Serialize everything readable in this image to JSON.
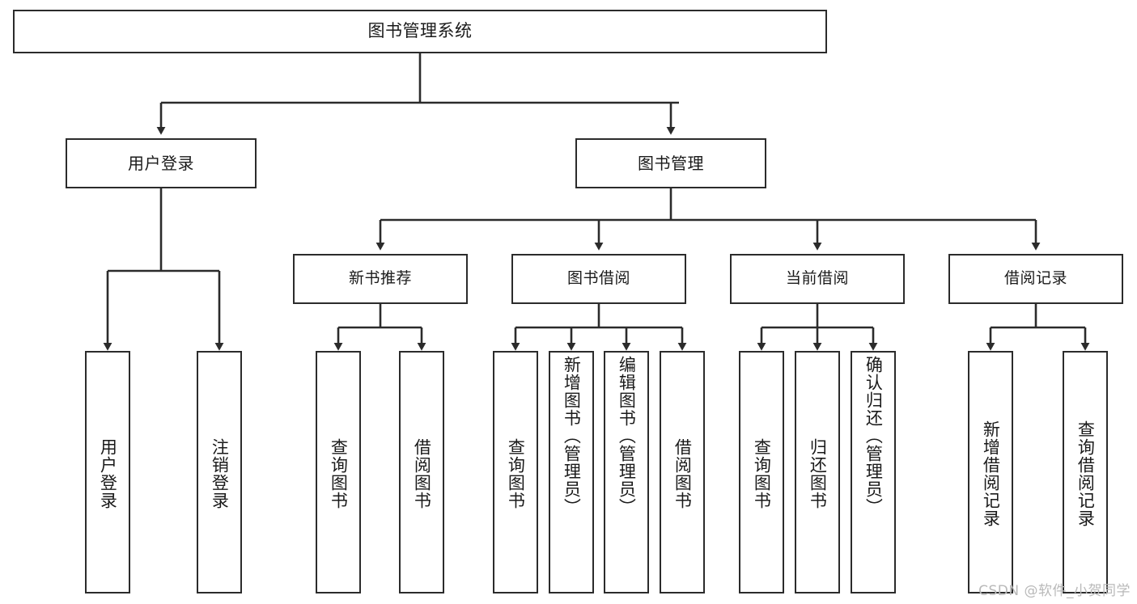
{
  "diagram": {
    "title": "图书管理系统",
    "type": "hierarchy-tree",
    "orientation": "top-down",
    "colors": {
      "box_border": "#2b2b2b",
      "box_fill": "#ffffff",
      "connector": "#2b2b2b",
      "text": "#1a1a1a",
      "watermark": "#b9b9b9",
      "background": "#ffffff"
    },
    "root": {
      "label": "图书管理系统"
    },
    "level2": [
      {
        "label": "用户登录"
      },
      {
        "label": "图书管理"
      }
    ],
    "level3": [
      {
        "label": "新书推荐"
      },
      {
        "label": "图书借阅"
      },
      {
        "label": "当前借阅"
      },
      {
        "label": "借阅记录"
      }
    ],
    "leaves": {
      "user_login": [
        {
          "label": "用户登录"
        },
        {
          "label": "注销登录"
        }
      ],
      "new_book_recommend": [
        {
          "label": "查询图书"
        },
        {
          "label": "借阅图书"
        }
      ],
      "book_borrow": [
        {
          "label": "查询图书"
        },
        {
          "label": "新增图书（管理员）"
        },
        {
          "label": "编辑图书（管理员）"
        },
        {
          "label": "借阅图书"
        }
      ],
      "current_borrow": [
        {
          "label": "查询图书"
        },
        {
          "label": "归还图书"
        },
        {
          "label": "确认归还（管理员）"
        }
      ],
      "borrow_record": [
        {
          "label": "新增借阅记录"
        },
        {
          "label": "查询借阅记录"
        }
      ]
    },
    "watermark": "CSDN @软件_小贺同学"
  }
}
